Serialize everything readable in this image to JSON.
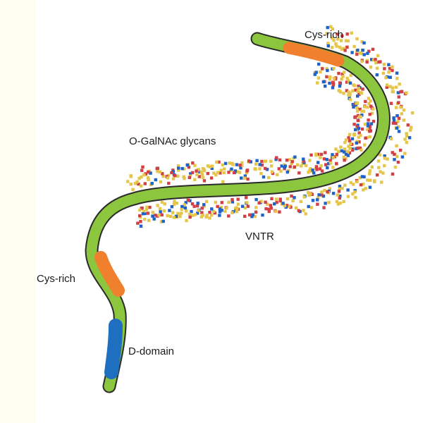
{
  "labels": {
    "cys_rich_top": "Cys-rich",
    "glycans": "O-GalNAc glycans",
    "vntr": "VNTR",
    "cys_rich_bottom": "Cys-rich",
    "d_domain": "D-domain"
  },
  "colors": {
    "backbone_fill": "#8cc63f",
    "backbone_outline": "#2a2a2a",
    "cys_rich": "#f07f2e",
    "d_domain": "#1f6fc0",
    "glycan_yellow": "#e6c64a",
    "glycan_blue": "#1f62c8",
    "glycan_red": "#d23f44"
  }
}
